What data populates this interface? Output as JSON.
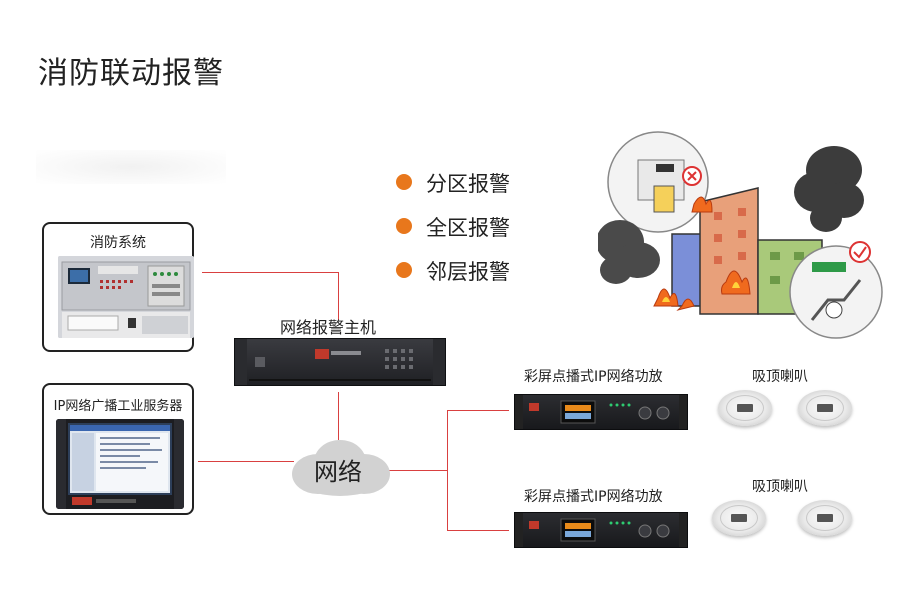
{
  "title": "消防联动报警",
  "features": [
    "分区报警",
    "全区报警",
    "邻层报警"
  ],
  "fire_system": {
    "label": "消防系统"
  },
  "server": {
    "label": "IP网络广播工业服务器"
  },
  "host": {
    "label": "网络报警主机"
  },
  "network": {
    "label": "网络"
  },
  "amp_top": {
    "label": "彩屏点播式IP网络功放"
  },
  "amp_bottom": {
    "label": "彩屏点播式IP网络功放"
  },
  "speakers_top": {
    "label": "吸顶喇叭"
  },
  "speakers_bottom": {
    "label": "吸顶喇叭"
  },
  "colors": {
    "accent": "#e8771c",
    "line": "#d94040"
  }
}
